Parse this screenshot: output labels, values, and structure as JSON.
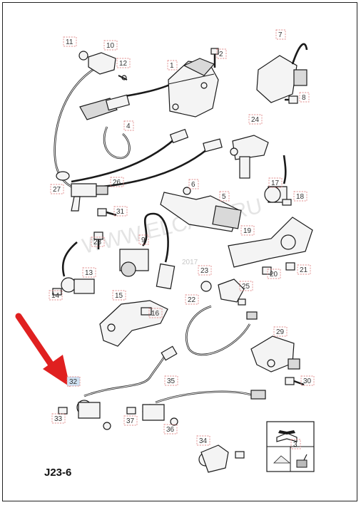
{
  "diagram": {
    "page_code": "J23-6",
    "watermark": "WWW.ELCATS.RU",
    "watermark_year": "2017",
    "part_labels": [
      "1",
      "2",
      "3",
      "4",
      "5",
      "6",
      "7",
      "8",
      "9",
      "10",
      "11",
      "12",
      "13",
      "14",
      "15",
      "16",
      "17",
      "18",
      "19",
      "20",
      "21",
      "22",
      "23",
      "24",
      "25",
      "26",
      "27",
      "28",
      "29",
      "30",
      "31",
      "32",
      "33",
      "34",
      "35",
      "36",
      "37"
    ],
    "highlighted_part": "32",
    "colors": {
      "arrow": "#e02020",
      "label_box": "#e08a8a",
      "highlight_fill": "#cfe2f3",
      "line": "#1a1a1a"
    },
    "icons": [
      "wrench-book-icon",
      "oil-can-icon"
    ]
  }
}
